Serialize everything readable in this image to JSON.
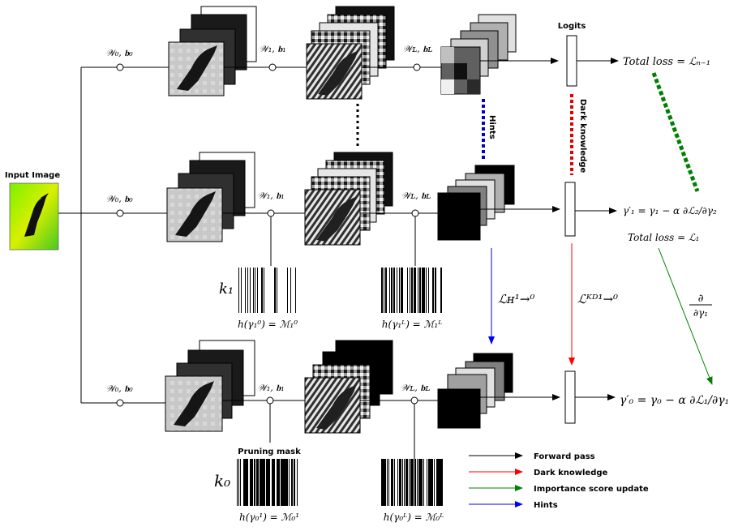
{
  "input_label": "Input Image",
  "logits_label": "Logits",
  "hints_label": "Hints",
  "dark_knowledge_label": "Dark knowledge",
  "pruning_mask_label": "Pruning mask",
  "weights": {
    "w0": "𝒲₀, 𝐛₀",
    "w1": "𝒲₁, 𝐛₁",
    "wl": "𝒲ʟ, 𝐛ʟ"
  },
  "k1": "k₁",
  "k0": "k₀",
  "mask_labels": {
    "m1_0": "h(γ₁⁰) = ℳ₁⁰",
    "m1_L": "h(γ₁ᴸ) = ℳ₁ᴸ",
    "m0_1": "h(γ₀¹) = ℳ₀¹",
    "m0_L": "h(γ₀ᴸ) = ℳ₀ᴸ"
  },
  "loss_top": "Total loss = ℒₙ₋₁",
  "gamma1_update": "γ′₁ = γ₁ − α ∂ℒ₂/∂γ₂",
  "loss_mid": "Total loss = ℒ₁",
  "partial_num": "∂",
  "partial_den": "∂γ₁",
  "hint_loss": "ℒʜ¹→⁰",
  "kd_loss": "ℒᴷᴰ¹→⁰",
  "gamma0_update": "γ′₀ = γ₀ − α ∂ℒ₁/∂γ₁",
  "legend": [
    {
      "label": "Forward pass",
      "color": "#000000"
    },
    {
      "label": "Dark knowledge",
      "color": "#ff0000"
    },
    {
      "label": "Importance score update",
      "color": "#008000"
    },
    {
      "label": "Hints",
      "color": "#0000ff"
    }
  ],
  "colors": {
    "hints": "#0000cc",
    "dark_knowledge": "#e00000",
    "importance": "#008000",
    "forward": "#000000"
  }
}
